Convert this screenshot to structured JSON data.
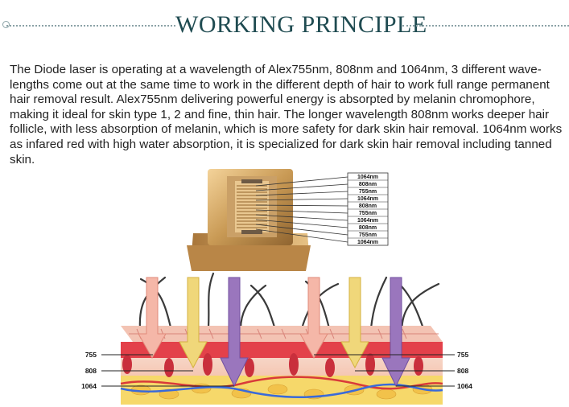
{
  "header": {
    "title": "WORKING PRINCIPLE"
  },
  "body": {
    "paragraph": "The Diode laser is operating at a wavelength of Alex755nm, 808nm and 1064nm, 3 different wave-\nlengths come out at the same time to work in the different depth of hair to work full range permanent\nhair removal result. Alex755nm delivering powerful energy is absorpted by melanin chromophore,\nmaking it ideal for skin type 1, 2 and fine, thin hair. The longer wavelength 808nm works deeper hair\nfollicle, with less absorption of melanin, which is more safety for dark skin hair removal. 1064nm works\nas infared red with high water absorption, it is specialized for dark skin hair removal including tanned\nskin."
  },
  "handpiece": {
    "wavelength_labels": [
      "1064nm",
      "808nm",
      "755nm",
      "1064nm",
      "808nm",
      "755nm",
      "1064nm",
      "808nm",
      "755nm",
      "1064nm"
    ]
  },
  "skin_diagram": {
    "depth_labels_left": [
      "755",
      "808",
      "1064"
    ],
    "depth_labels_right": [
      "755",
      "808",
      "1064"
    ]
  },
  "colors": {
    "title": "#1f4b51",
    "arrow_755": "#f5b7a8",
    "arrow_808": "#f0d77a",
    "arrow_1064": "#9a76bd",
    "handpiece_gold": "#c99a55"
  }
}
